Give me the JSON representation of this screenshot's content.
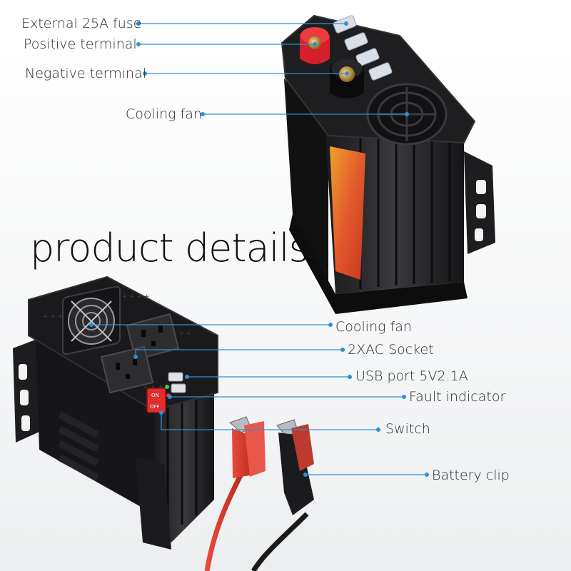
{
  "heading": "product details",
  "top_labels": {
    "fuse": "External 25A fuse",
    "positive": "Positive terminal",
    "negative": "Negative terminal",
    "fan": "Cooling fan"
  },
  "bottom_labels": {
    "fan": "Cooling fan",
    "ac_socket": "2XAC Socket",
    "usb": "USB port 5V2.1A",
    "fault": "Fault indicator",
    "switch": "Switch",
    "clip": "Battery clip"
  },
  "switch_text": {
    "on": "ON",
    "off": "OFF"
  },
  "colors": {
    "callout_line": "#2f8fd6",
    "body": "#1c1c1e",
    "label_panel": "#e25a2c",
    "positive_terminal": "#d4202a",
    "switch": "#e32d2d",
    "clip_red": "#e84a3c"
  },
  "icons": [
    "fuse-icon",
    "fan-grille-icon",
    "ac-socket-icon",
    "usb-port-icon",
    "led-indicator-icon",
    "rocker-switch-icon",
    "alligator-clip-icon"
  ]
}
